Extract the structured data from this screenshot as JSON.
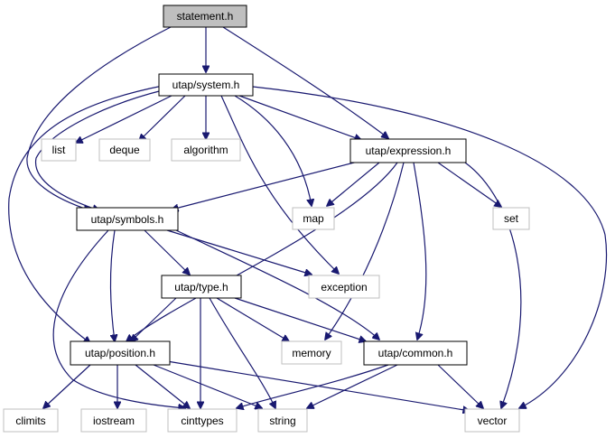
{
  "title": "statement.h",
  "colors": {
    "edge": "#191970",
    "selected_fill": "#bfbfbf",
    "box_border": "#000000",
    "external_border": "#bfbfbf"
  },
  "nodes": {
    "statement": {
      "label": "statement.h",
      "kind": "selected"
    },
    "system": {
      "label": "utap/system.h",
      "kind": "project"
    },
    "list": {
      "label": "list",
      "kind": "external"
    },
    "deque": {
      "label": "deque",
      "kind": "external"
    },
    "algorithm": {
      "label": "algorithm",
      "kind": "external"
    },
    "expression": {
      "label": "utap/expression.h",
      "kind": "project"
    },
    "symbols": {
      "label": "utap/symbols.h",
      "kind": "project"
    },
    "map": {
      "label": "map",
      "kind": "external"
    },
    "set": {
      "label": "set",
      "kind": "external"
    },
    "type": {
      "label": "utap/type.h",
      "kind": "project"
    },
    "exception": {
      "label": "exception",
      "kind": "external"
    },
    "position": {
      "label": "utap/position.h",
      "kind": "project"
    },
    "memory": {
      "label": "memory",
      "kind": "external"
    },
    "common": {
      "label": "utap/common.h",
      "kind": "project"
    },
    "climits": {
      "label": "climits",
      "kind": "external"
    },
    "iostream": {
      "label": "iostream",
      "kind": "external"
    },
    "cinttypes": {
      "label": "cinttypes",
      "kind": "external"
    },
    "string": {
      "label": "string",
      "kind": "external"
    },
    "vector": {
      "label": "vector",
      "kind": "external"
    }
  },
  "edges": [
    [
      "statement",
      "system"
    ],
    [
      "statement",
      "expression"
    ],
    [
      "statement",
      "symbols"
    ],
    [
      "system",
      "list"
    ],
    [
      "system",
      "deque"
    ],
    [
      "system",
      "algorithm"
    ],
    [
      "system",
      "expression"
    ],
    [
      "system",
      "symbols"
    ],
    [
      "system",
      "map"
    ],
    [
      "system",
      "exception"
    ],
    [
      "system",
      "position"
    ],
    [
      "system",
      "vector"
    ],
    [
      "expression",
      "symbols"
    ],
    [
      "expression",
      "map"
    ],
    [
      "expression",
      "set"
    ],
    [
      "expression",
      "position"
    ],
    [
      "expression",
      "memory"
    ],
    [
      "expression",
      "common"
    ],
    [
      "expression",
      "vector"
    ],
    [
      "symbols",
      "type"
    ],
    [
      "symbols",
      "exception"
    ],
    [
      "symbols",
      "position"
    ],
    [
      "symbols",
      "common"
    ],
    [
      "symbols",
      "cinttypes"
    ],
    [
      "type",
      "position"
    ],
    [
      "type",
      "memory"
    ],
    [
      "type",
      "common"
    ],
    [
      "type",
      "cinttypes"
    ],
    [
      "type",
      "string"
    ],
    [
      "position",
      "climits"
    ],
    [
      "position",
      "iostream"
    ],
    [
      "position",
      "cinttypes"
    ],
    [
      "position",
      "string"
    ],
    [
      "position",
      "vector"
    ],
    [
      "common",
      "cinttypes"
    ],
    [
      "common",
      "string"
    ],
    [
      "common",
      "vector"
    ]
  ]
}
